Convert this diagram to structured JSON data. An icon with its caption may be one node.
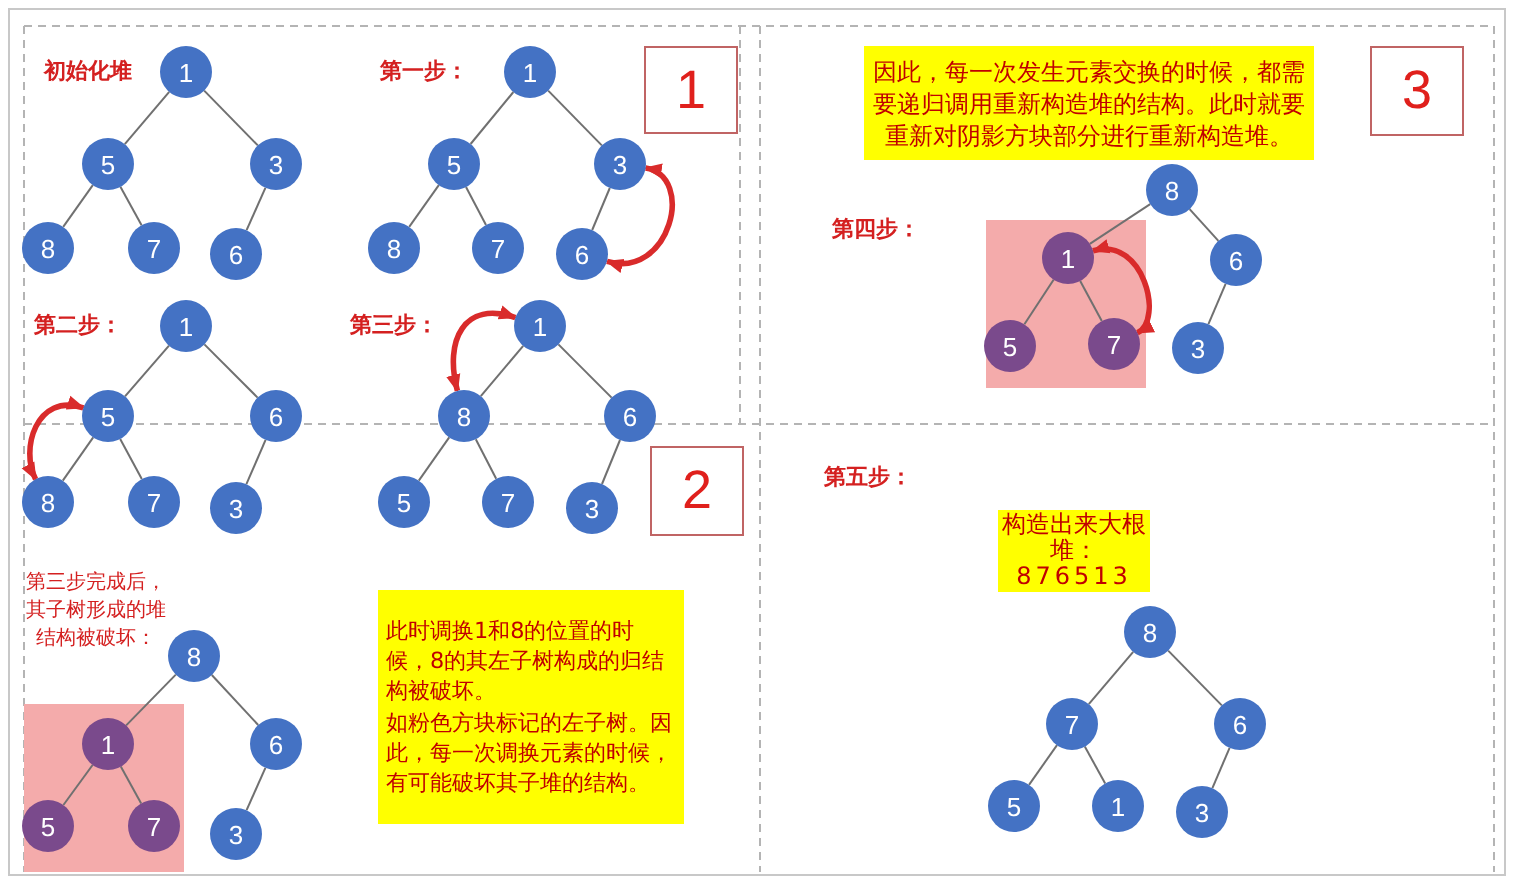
{
  "diagram": {
    "nodes": [
      {
        "text": [
          "1"
        ]
      },
      {
        "text": [
          "5"
        ]
      },
      {
        "text": [
          "3"
        ]
      },
      {
        "text": [
          "8"
        ]
      },
      {
        "text": [
          "7"
        ]
      },
      {
        "text": [
          "6"
        ]
      },
      {
        "text": [
          "1"
        ]
      },
      {
        "text": [
          "5"
        ]
      },
      {
        "text": [
          "3"
        ]
      },
      {
        "text": [
          "8"
        ]
      },
      {
        "text": [
          "7"
        ]
      },
      {
        "text": [
          "6"
        ]
      },
      {
        "text": [
          "1"
        ]
      },
      {
        "text": [
          "1"
        ]
      },
      {
        "text": [
          "5"
        ]
      },
      {
        "text": [
          "6"
        ]
      },
      {
        "text": [
          "8"
        ]
      },
      {
        "text": [
          "7"
        ]
      },
      {
        "text": [
          "3"
        ]
      },
      {
        "text": [
          "1"
        ]
      },
      {
        "text": [
          "8"
        ]
      },
      {
        "text": [
          "6"
        ]
      },
      {
        "text": [
          "5"
        ]
      },
      {
        "text": [
          "7"
        ]
      },
      {
        "text": [
          "3"
        ]
      },
      {
        "text": [
          "2"
        ]
      },
      {
        "text": [
          "8"
        ]
      },
      {
        "text": [],
        "shape": "box"
      },
      {
        "text": [
          "1"
        ],
        "in": 27
      },
      {
        "text": [
          "6"
        ]
      },
      {
        "text": [
          "5"
        ],
        "in": 27
      },
      {
        "text": [
          "7"
        ],
        "in": 27
      },
      {
        "text": [
          "3"
        ]
      },
      {
        "text": [
          "此时调换1和8的位置的时候，8的其左子树构成的归结构被破坏。",
          "如粉色方块标记的左子树。因此，每一次调换元素的时候，有可能破坏其子堆的结构。"
        ]
      },
      {
        "text": [
          "因此，每一次发生元素交换的时候，都需要递归调用重新构造堆的结构。此时就要重新对阴影方块部分进行重新构造堆。"
        ]
      },
      {
        "text": [
          "3"
        ]
      },
      {
        "text": [
          "8"
        ]
      },
      {
        "text": [],
        "shape": "box"
      },
      {
        "text": [
          "1"
        ],
        "in": 37
      },
      {
        "text": [
          "6"
        ]
      },
      {
        "text": [
          "5"
        ],
        "in": 37
      },
      {
        "text": [
          "7"
        ],
        "in": 37
      },
      {
        "text": [
          "3"
        ]
      },
      {
        "text": [
          "构造出来大根堆：",
          "876513"
        ]
      },
      {
        "text": [
          "8"
        ]
      },
      {
        "text": [
          "7"
        ]
      },
      {
        "text": [
          "6"
        ]
      },
      {
        "text": [
          "5"
        ]
      },
      {
        "text": [
          "1"
        ]
      },
      {
        "text": [
          "3"
        ]
      }
    ],
    "edges": [
      {
        "from": 0,
        "to": 1,
        "arrow": "none"
      },
      {
        "from": 0,
        "to": 2,
        "arrow": "none"
      },
      {
        "from": 1,
        "to": 3,
        "arrow": "none"
      },
      {
        "from": 1,
        "to": 4,
        "arrow": "none"
      },
      {
        "from": 2,
        "to": 5,
        "arrow": "none"
      },
      {
        "from": 6,
        "to": 7,
        "arrow": "none"
      },
      {
        "from": 6,
        "to": 8,
        "arrow": "none"
      },
      {
        "from": 7,
        "to": 9,
        "arrow": "none"
      },
      {
        "from": 7,
        "to": 10,
        "arrow": "none"
      },
      {
        "from": 8,
        "to": 11,
        "arrow": "none"
      },
      {
        "from": 8,
        "to": 11,
        "arrow": "both",
        "style": "thick",
        "color": "#d92b2b"
      },
      {
        "from": 13,
        "to": 14,
        "arrow": "none"
      },
      {
        "from": 13,
        "to": 15,
        "arrow": "none"
      },
      {
        "from": 14,
        "to": 16,
        "arrow": "none"
      },
      {
        "from": 14,
        "to": 17,
        "arrow": "none"
      },
      {
        "from": 15,
        "to": 18,
        "arrow": "none"
      },
      {
        "from": 14,
        "to": 16,
        "arrow": "both",
        "style": "thick",
        "color": "#d92b2b"
      },
      {
        "from": 19,
        "to": 20,
        "arrow": "none"
      },
      {
        "from": 19,
        "to": 21,
        "arrow": "none"
      },
      {
        "from": 20,
        "to": 22,
        "arrow": "none"
      },
      {
        "from": 20,
        "to": 23,
        "arrow": "none"
      },
      {
        "from": 21,
        "to": 24,
        "arrow": "none"
      },
      {
        "from": 20,
        "to": 19,
        "arrow": "both",
        "style": "thick",
        "color": "#d92b2b"
      },
      {
        "from": 26,
        "to": 28,
        "arrow": "none"
      },
      {
        "from": 26,
        "to": 29,
        "arrow": "none"
      },
      {
        "from": 28,
        "to": 30,
        "arrow": "none"
      },
      {
        "from": 28,
        "to": 31,
        "arrow": "none"
      },
      {
        "from": 29,
        "to": 32,
        "arrow": "none"
      },
      {
        "from": 36,
        "to": 38,
        "arrow": "none"
      },
      {
        "from": 36,
        "to": 39,
        "arrow": "none"
      },
      {
        "from": 38,
        "to": 40,
        "arrow": "none"
      },
      {
        "from": 38,
        "to": 41,
        "arrow": "none"
      },
      {
        "from": 39,
        "to": 42,
        "arrow": "none"
      },
      {
        "from": 38,
        "to": 41,
        "arrow": "both",
        "style": "thick",
        "color": "#d92b2b"
      },
      {
        "from": 44,
        "to": 45,
        "arrow": "none"
      },
      {
        "from": 44,
        "to": 46,
        "arrow": "none"
      },
      {
        "from": 45,
        "to": 47,
        "arrow": "none"
      },
      {
        "from": 45,
        "to": 48,
        "arrow": "none"
      },
      {
        "from": 46,
        "to": 49,
        "arrow": "none"
      }
    ],
    "labels": [
      "初始化堆",
      "第一步：",
      "第二步：",
      "第三步：",
      "第三步完成后，其子树形成的堆结构被破坏：",
      "第四步：",
      "第五步："
    ]
  }
}
